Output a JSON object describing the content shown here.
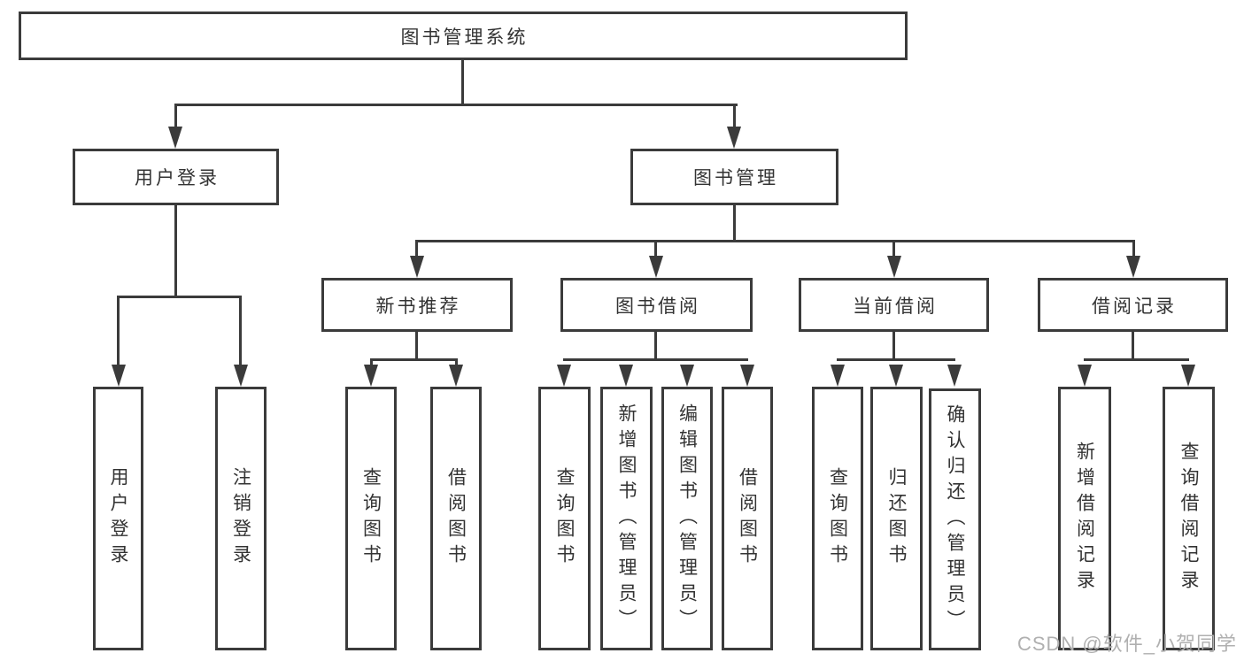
{
  "tree": {
    "root": {
      "label": "图书管理系统",
      "children": [
        {
          "label": "用户登录",
          "children": [
            {
              "label": "用户登录"
            },
            {
              "label": "注销登录"
            }
          ]
        },
        {
          "label": "图书管理",
          "children": [
            {
              "label": "新书推荐",
              "children": [
                {
                  "label": "查询图书"
                },
                {
                  "label": "借阅图书"
                }
              ]
            },
            {
              "label": "图书借阅",
              "children": [
                {
                  "label": "查询图书"
                },
                {
                  "label": "新增图书（管理员）"
                },
                {
                  "label": "编辑图书（管理员）"
                },
                {
                  "label": "借阅图书"
                }
              ]
            },
            {
              "label": "当前借阅",
              "children": [
                {
                  "label": "查询图书"
                },
                {
                  "label": "归还图书"
                },
                {
                  "label": "确认归还（管理员）"
                }
              ]
            },
            {
              "label": "借阅记录",
              "children": [
                {
                  "label": "新增借阅记录"
                },
                {
                  "label": "查询借阅记录"
                }
              ]
            }
          ]
        }
      ]
    }
  },
  "watermark": {
    "text": "CSDN @软件_小贺同学",
    "color": "#b0b0b0"
  },
  "colors": {
    "stroke": "#3b3b3b",
    "text": "#333333",
    "background": "#ffffff"
  }
}
